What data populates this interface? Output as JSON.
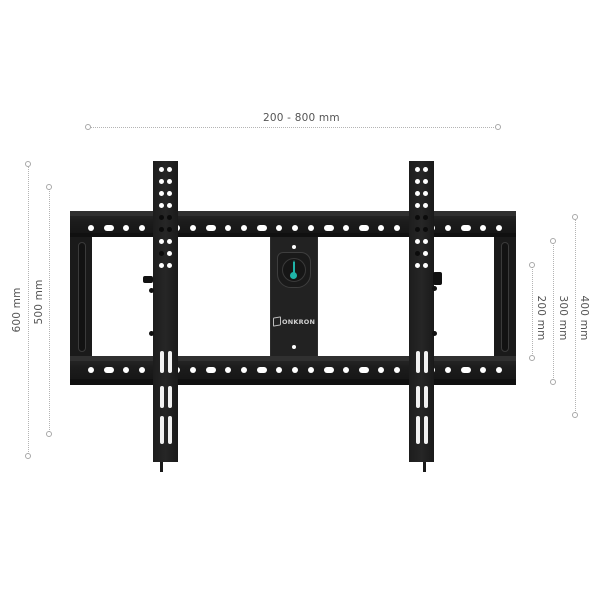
{
  "brand": {
    "name": "ONKRON",
    "accent_color": "#1fb3a8"
  },
  "dimensions": {
    "horizontal": {
      "label": "200 - 800 mm"
    },
    "left": [
      {
        "label": "600 mm"
      },
      {
        "label": "500 mm"
      }
    ],
    "right": [
      {
        "label": "200 mm"
      },
      {
        "label": "300 mm"
      },
      {
        "label": "400 mm"
      }
    ]
  },
  "product": {
    "type": "tilting TV wall mount",
    "level_indicator": "spirit-level-icon"
  }
}
